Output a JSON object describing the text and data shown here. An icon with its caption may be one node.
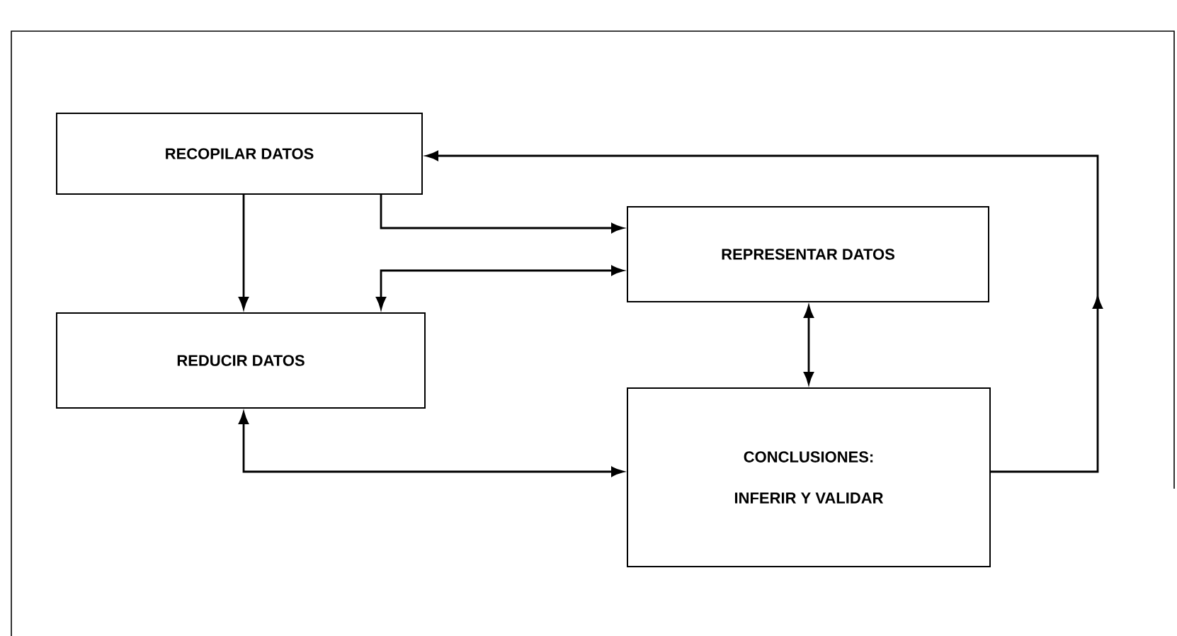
{
  "diagram": {
    "nodes": [
      {
        "text": [
          "RECOPILAR DATOS"
        ]
      },
      {
        "text": [
          "REPRESENTAR DATOS"
        ]
      },
      {
        "text": [
          "REDUCIR DATOS"
        ]
      },
      {
        "text": [
          "CONCLUSIONES:",
          "INFERIR Y VALIDAR"
        ]
      }
    ],
    "edges": [
      {
        "from": 0,
        "to": 2,
        "arrow": "to"
      },
      {
        "from": 0,
        "to": 1,
        "arrow": "to"
      },
      {
        "from": 1,
        "to": 2,
        "arrow": "both"
      },
      {
        "from": 1,
        "to": 3,
        "arrow": "both"
      },
      {
        "from": 2,
        "to": 3,
        "arrow": "both"
      },
      {
        "from": 3,
        "to": 0,
        "arrow": "to"
      }
    ]
  }
}
